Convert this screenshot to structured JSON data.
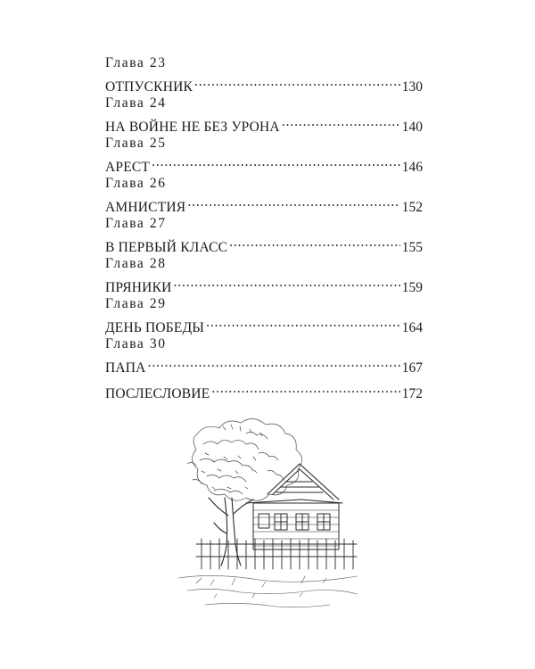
{
  "toc": {
    "entries": [
      {
        "chapter": "Глава 23",
        "title": "ОТПУСКНИК",
        "page": "130"
      },
      {
        "chapter": "Глава 24",
        "title": "НА ВОЙНЕ НЕ БЕЗ УРОНА",
        "page": "140"
      },
      {
        "chapter": "Глава 25",
        "title": "АРЕСТ",
        "page": "146"
      },
      {
        "chapter": "Глава 26",
        "title": "АМНИСТИЯ",
        "page": "152"
      },
      {
        "chapter": "Глава 27",
        "title": "В ПЕРВЫЙ КЛАСС",
        "page": "155"
      },
      {
        "chapter": "Глава 28",
        "title": "ПРЯНИКИ",
        "page": "159"
      },
      {
        "chapter": "Глава 29",
        "title": "ДЕНЬ ПОБЕДЫ",
        "page": "164"
      },
      {
        "chapter": "Глава 30",
        "title": "ПАПА",
        "page": "167"
      }
    ],
    "afterword": {
      "title": "ПОСЛЕСЛОВИЕ",
      "page": "172"
    }
  },
  "illustration": {
    "subject": "house-under-tree-sketch"
  }
}
